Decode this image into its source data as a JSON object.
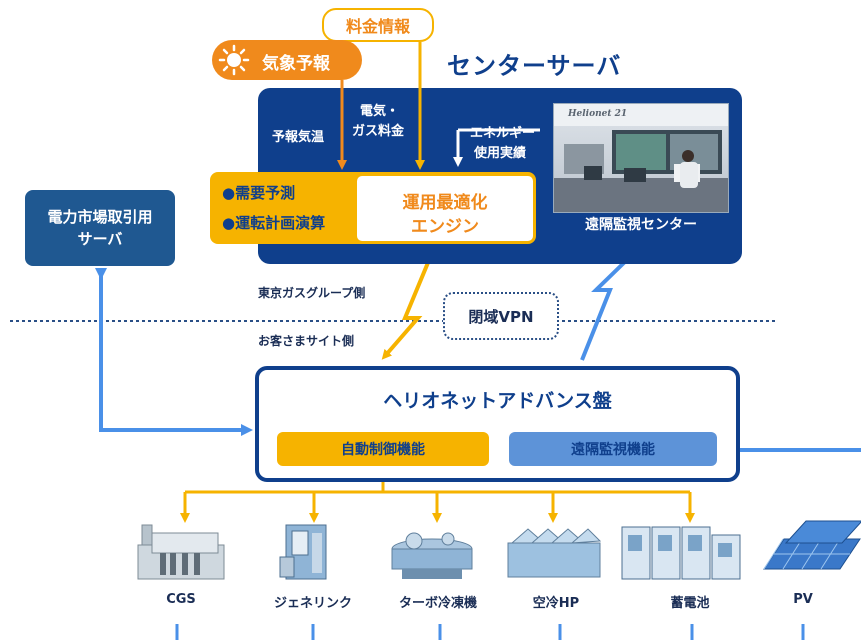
{
  "price_info": "料金情報",
  "weather_forecast": "気象予報",
  "center_server_title": "センターサーバ",
  "forecast_temp": "予報気温",
  "elec_gas_rate": [
    "電気・",
    "ガス料金"
  ],
  "energy_usage": [
    "エネルギー",
    "使用実績"
  ],
  "demand_forecast": "●需要予測",
  "operation_plan": "●運転計画演算",
  "engine_label": [
    "運用最適化",
    "エンジン"
  ],
  "remote_center": "遠隔監視センター",
  "photo_caption": "Helionet 21",
  "market_server": [
    "電力市場取引用",
    "サーバ"
  ],
  "group_side": "東京ガスグループ側",
  "customer_side": "お客さまサイト側",
  "vpn": "閉域VPN",
  "helio_panel": "ヘリオネットアドバンス盤",
  "auto_control": "自動制御機能",
  "remote_monitor": "遠隔監視機能",
  "equipment": [
    "CGS",
    "ジェネリンク",
    "ターボ冷凍機",
    "空冷HP",
    "蓄電池",
    "PV"
  ],
  "colors": {
    "navy": "#0f3f8c",
    "yellow": "#f6b300",
    "orange": "#f08a1c",
    "blue": "#4a90e8",
    "light_blue": "#5d93d8"
  }
}
